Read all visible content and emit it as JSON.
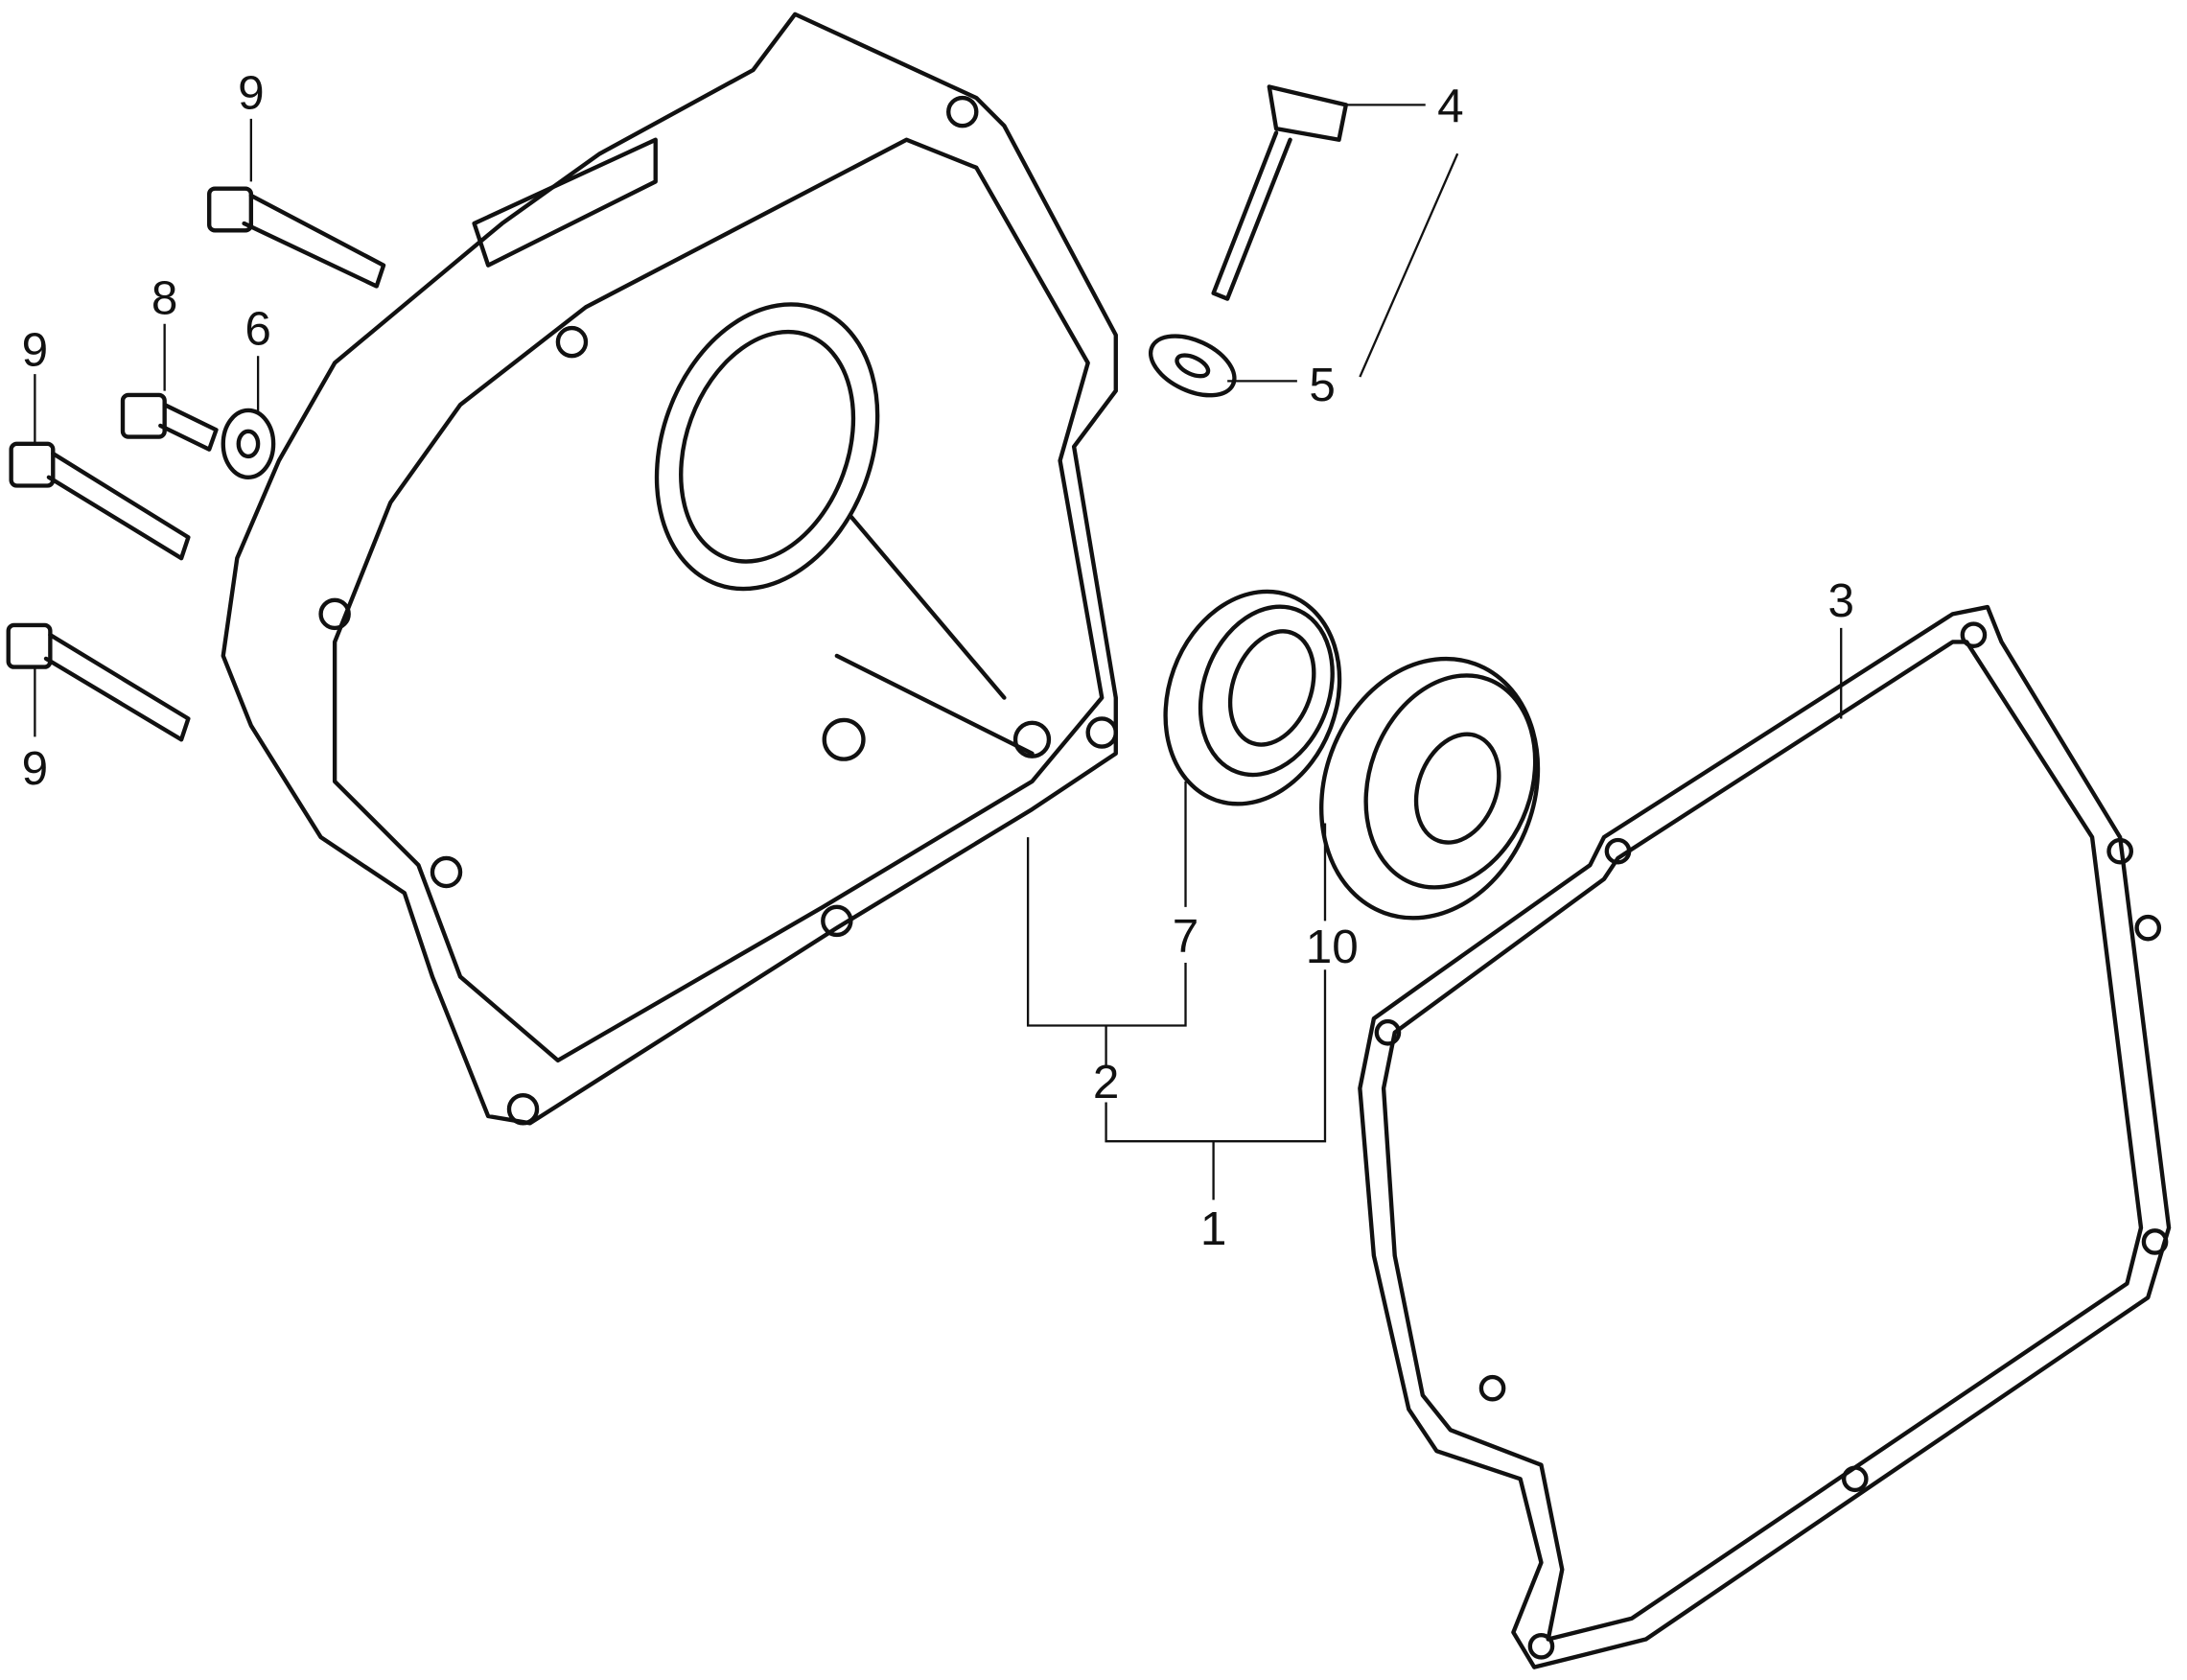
{
  "labels": {
    "bolt_top": "9",
    "bolt_mid": "9",
    "bolt_bottom": "9",
    "flange_bolt": "8",
    "washer": "6",
    "dipstick": "4",
    "dipstick_washer": "5",
    "gasket": "3",
    "oil_seal": "7",
    "bearing": "10",
    "cover_assy": "2",
    "cover_complete": "1"
  }
}
